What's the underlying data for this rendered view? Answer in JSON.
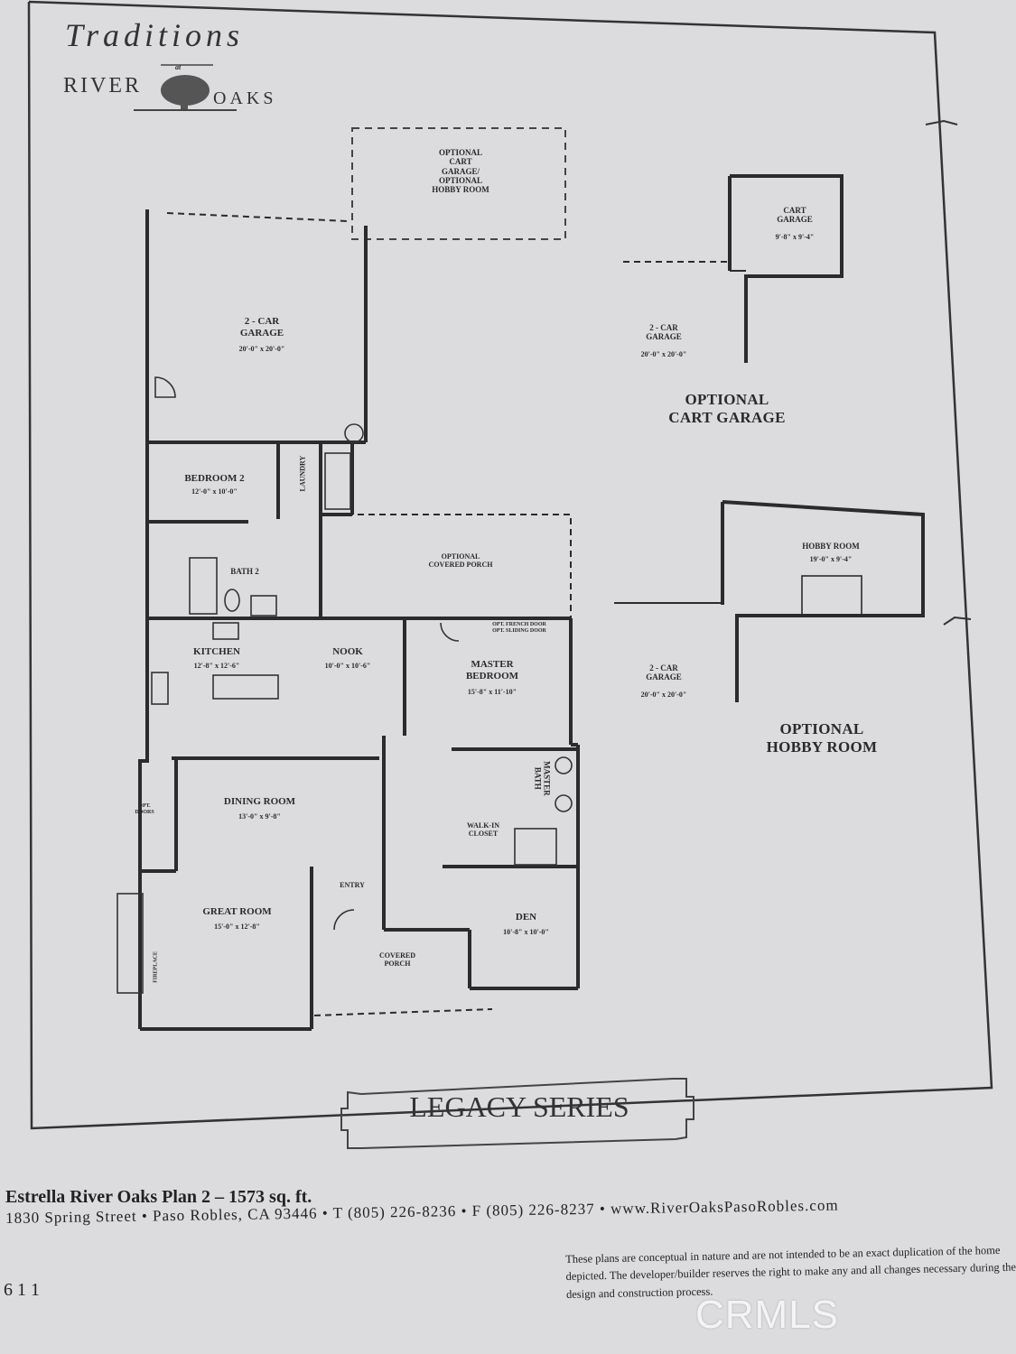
{
  "logo": {
    "line1": "Traditions",
    "at": "at",
    "river": "RIVER",
    "oaks": "OAKS"
  },
  "rooms": {
    "optional_cart_hobby": "OPTIONAL\nCART\nGARAGE/\nOPTIONAL\nHOBBY ROOM",
    "garage_main": "2 - CAR\nGARAGE",
    "garage_main_dim": "20'-0\" x 20'-0\"",
    "cart_garage": "CART\nGARAGE",
    "cart_garage_dim": "9'-8\" x 9'-4\"",
    "garage_alt1": "2 - CAR\nGARAGE",
    "garage_alt1_dim": "20'-0\" x 20'-0\"",
    "optional_cart_garage": "OPTIONAL\nCART GARAGE",
    "bedroom2": "BEDROOM 2",
    "bedroom2_dim": "12'-0\" x 10'-0\"",
    "laundry": "LAUNDRY",
    "bath2": "BATH 2",
    "optional_covered_porch": "OPTIONAL\nCOVERED PORCH",
    "hobby_room": "HOBBY ROOM",
    "hobby_room_dim": "19'-0\" x 9'-4\"",
    "kitchen": "KITCHEN",
    "kitchen_dim": "12'-8\" x 12'-6\"",
    "nook": "NOOK",
    "nook_dim": "10'-0\" x 10'-6\"",
    "french_door": "OPT. FRENCH DOOR\nOPT. SLIDING DOOR",
    "master_bedroom": "MASTER\nBEDROOM",
    "master_bedroom_dim": "15'-8\" x 11'-10\"",
    "garage_alt2": "2 - CAR\nGARAGE",
    "garage_alt2_dim": "20'-0\" x 20'-0\"",
    "optional_hobby_room": "OPTIONAL\nHOBBY ROOM",
    "opt_doors": "OPT.\nDOORS",
    "dining_room": "DINING ROOM",
    "dining_room_dim": "13'-0\" x 9'-8\"",
    "master_bath": "MASTER\nBATH",
    "walk_in_closet": "WALK-IN\nCLOSET",
    "entry": "ENTRY",
    "great_room": "GREAT ROOM",
    "great_room_dim": "15'-0\" x 12'-8\"",
    "den": "DEN",
    "den_dim": "10'-8\" x 10'-0\"",
    "covered_porch": "COVERED\nPORCH",
    "fireplace": "FIREPLACE"
  },
  "series": "LEGACY SERIES",
  "footer": {
    "title": "Estrella River Oaks Plan 2 – 1573 sq. ft.",
    "address": "1830 Spring Street • Paso Robles, CA 93446 • T (805) 226-8236 • F (805) 226-8237 • www.RiverOaksPasoRobles.com",
    "disclaimer": "These plans are conceptual in nature and are not intended to be an exact duplication of the home depicted. The developer/builder reserves the right to make any and all changes necessary during the design and construction process.",
    "page": "6 1 1"
  },
  "watermark": "CRMLS",
  "colors": {
    "paper": "#dcdcdf",
    "ink": "#2a2a2a",
    "wall": "#2b2b2b"
  }
}
